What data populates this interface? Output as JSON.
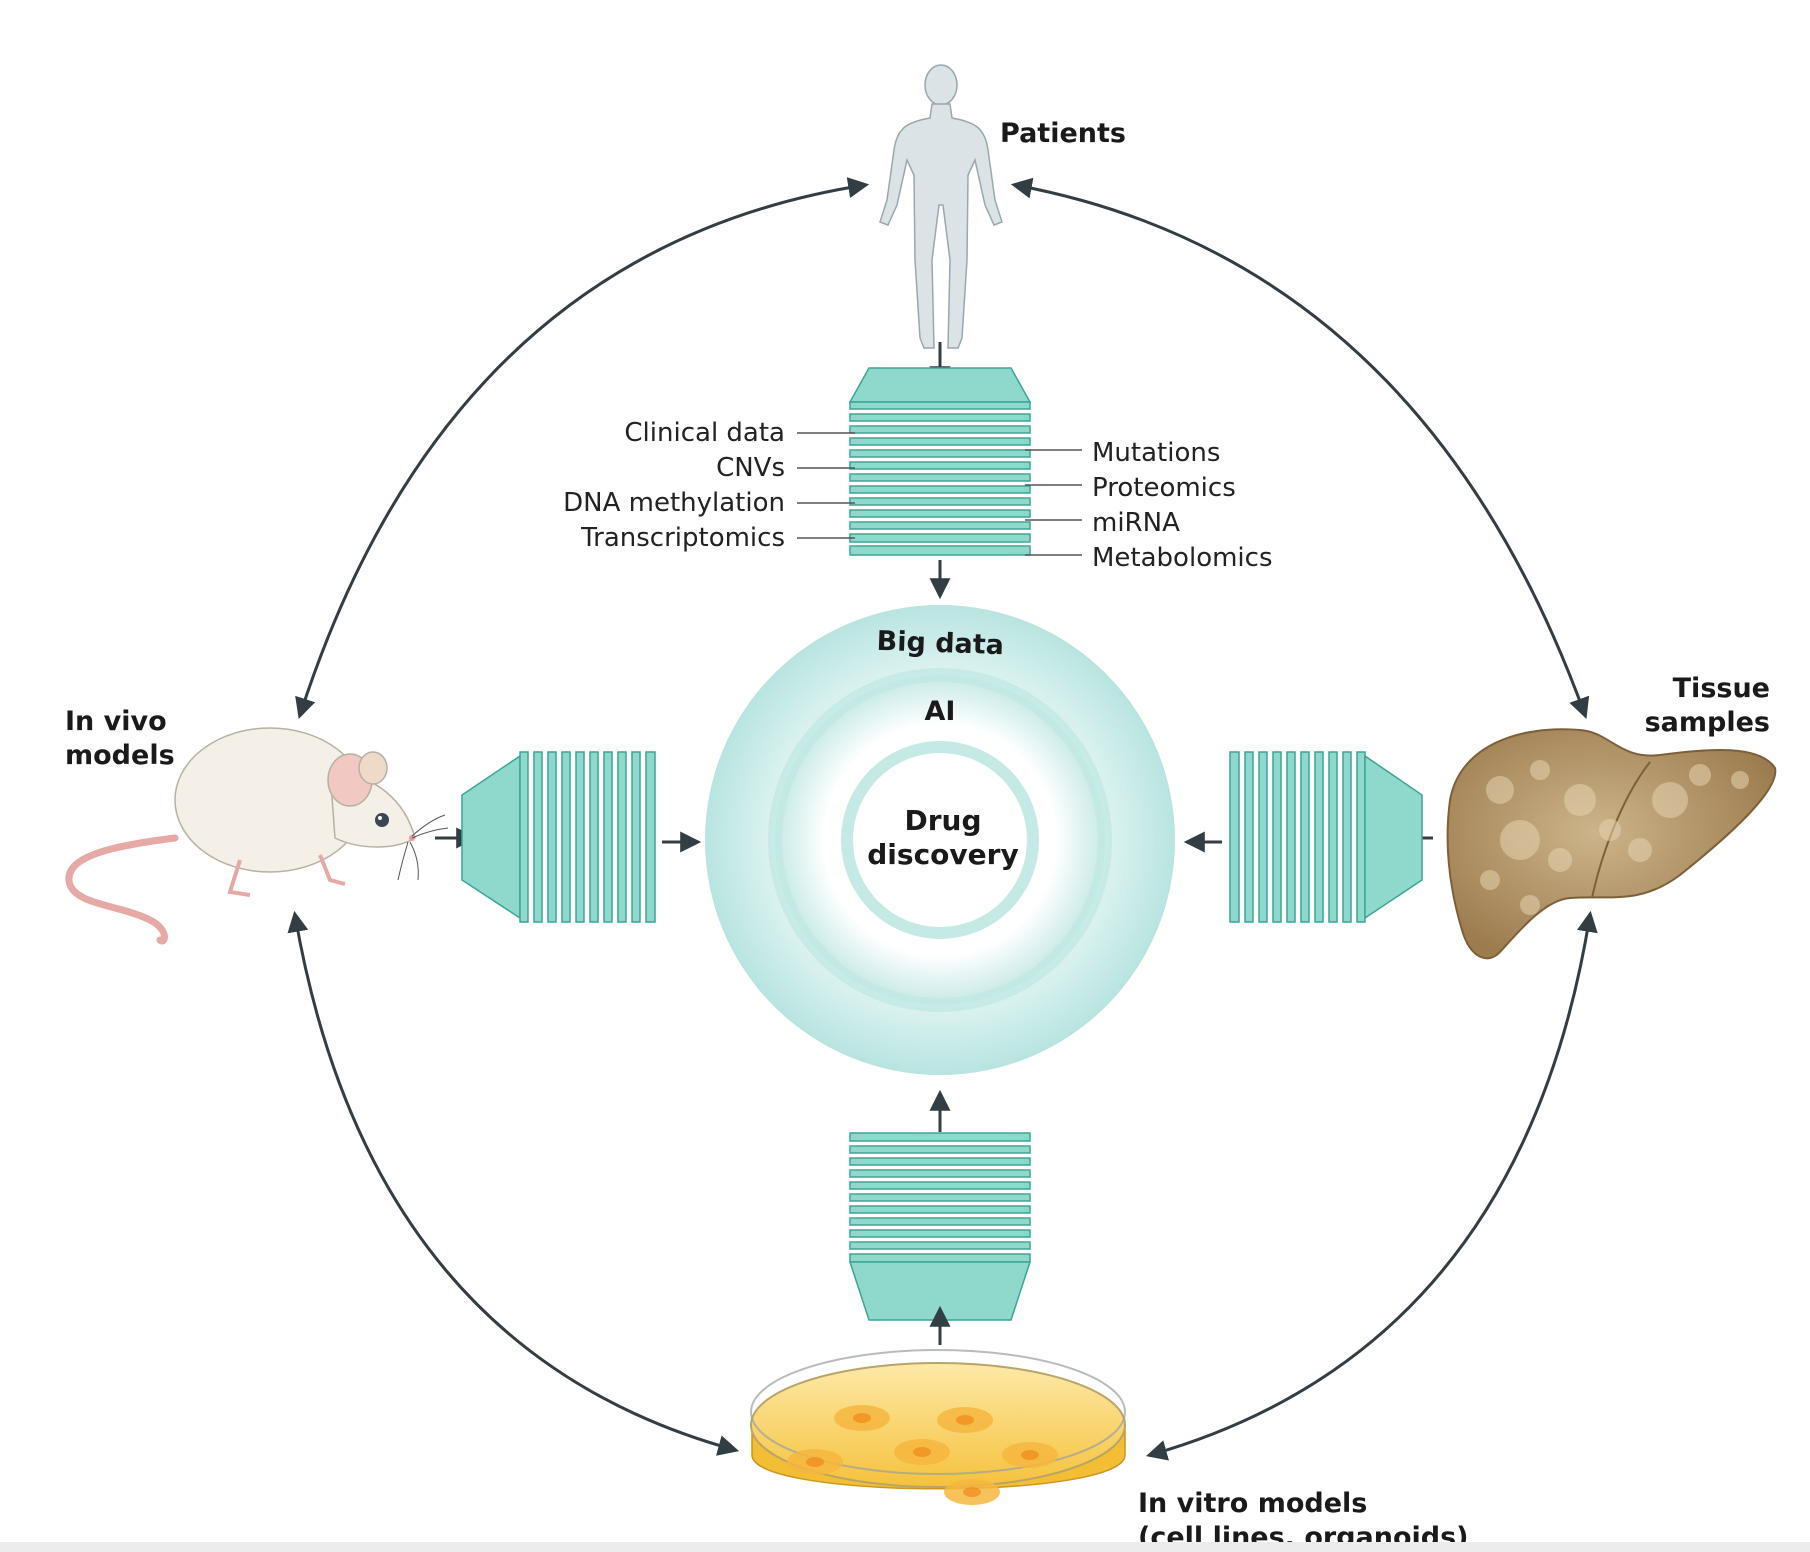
{
  "nodes": {
    "patients": "Patients",
    "in_vivo": [
      "In vivo",
      "models"
    ],
    "tissue": [
      "Tissue",
      "samples"
    ],
    "in_vitro": [
      "In vitro models",
      "(cell lines, organoids)"
    ]
  },
  "center": {
    "outer": "Big data",
    "middle": "AI",
    "inner": [
      "Drug",
      "discovery"
    ]
  },
  "data_layers_left": [
    "Clinical data",
    "CNVs",
    "DNA methylation",
    "Transcriptomics"
  ],
  "data_layers_right": [
    "Mutations",
    "Proteomics",
    "miRNA",
    "Metabolomics"
  ],
  "colors": {
    "layer_fill": "#8fd9cc",
    "layer_stroke": "#3aa595",
    "ring": "#bfe6e3",
    "arrow": "#333d44",
    "figure": "#d9e0e3",
    "liver": "#a8875a",
    "dish": "#f7c945"
  }
}
